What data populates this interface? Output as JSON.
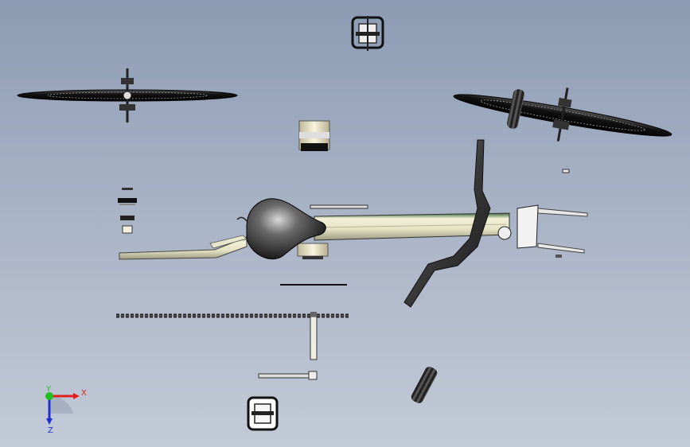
{
  "viewport": {
    "background_top": "#8c9bb3",
    "background_bottom": "#c3cad7"
  },
  "triad": {
    "x_label": "X",
    "y_label": "Y",
    "z_label": "Z",
    "x_color": "#e02020",
    "y_color": "#20c020",
    "z_color": "#2030d0"
  },
  "parts": [
    "front-wheel",
    "rear-wheel",
    "saddle",
    "frame",
    "handlebar",
    "pedal-top",
    "pedal-bottom",
    "chain",
    "crank-arm",
    "seat-post-clamp",
    "headset-stack",
    "grip-upper",
    "grip-lower",
    "fork"
  ]
}
